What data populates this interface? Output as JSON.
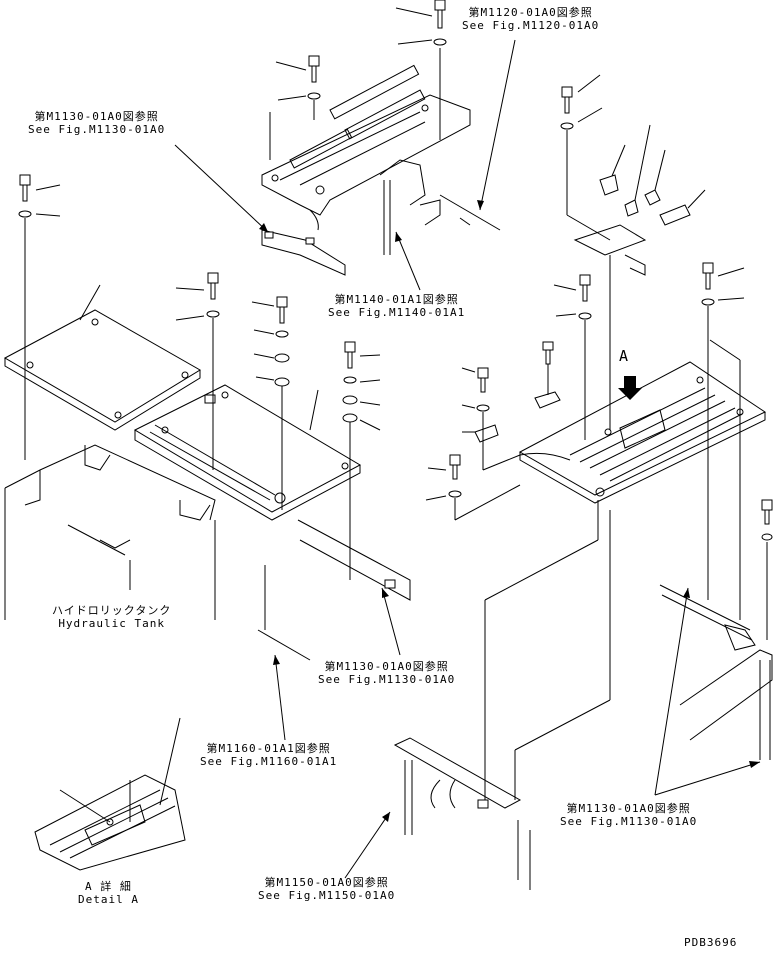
{
  "references": {
    "m1120": {
      "jp": "第M1120-01A0図参照",
      "en": "See Fig.M1120-01A0"
    },
    "m1130_top": {
      "jp": "第M1130-01A0図参照",
      "en": "See Fig.M1130-01A0"
    },
    "m1140": {
      "jp": "第M1140-01A1図参照",
      "en": "See Fig.M1140-01A1"
    },
    "m1130_mid": {
      "jp": "第M1130-01A0図参照",
      "en": "See Fig.M1130-01A0"
    },
    "m1160": {
      "jp": "第M1160-01A1図参照",
      "en": "See Fig.M1160-01A1"
    },
    "m1150": {
      "jp": "第M1150-01A0図参照",
      "en": "See Fig.M1150-01A0"
    },
    "m1130_right": {
      "jp": "第M1130-01A0図参照",
      "en": "See Fig.M1130-01A0"
    }
  },
  "hydraulic_tank": {
    "jp": "ハイドロリックタンク",
    "en": "Hydraulic Tank"
  },
  "view_marker": "A",
  "detail": {
    "jp": "A 詳 細",
    "en": "Detail A"
  },
  "drawing_code": "PDB3696"
}
